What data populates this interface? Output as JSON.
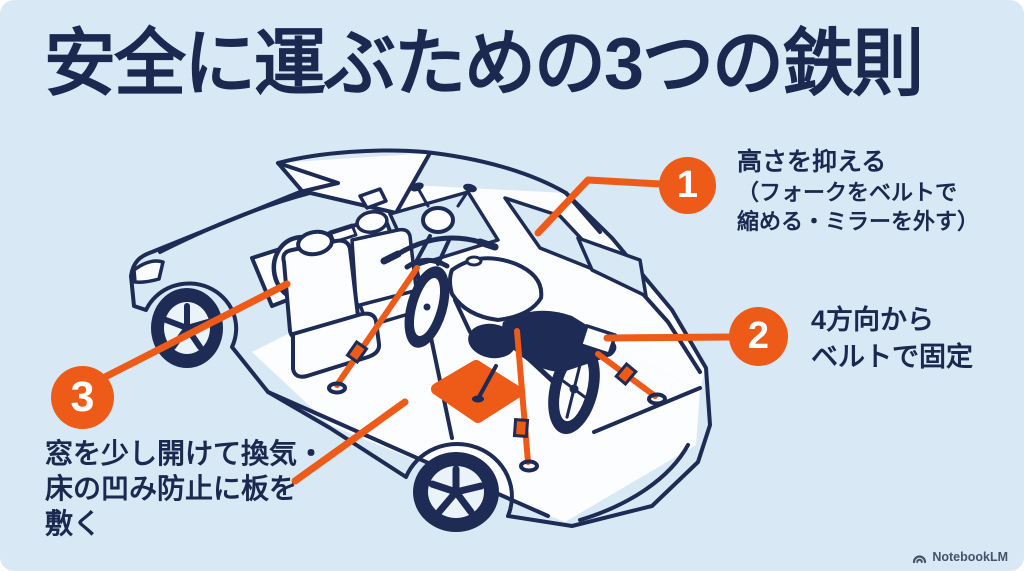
{
  "title": "安全に運ぶための3つの鉄則",
  "callouts": [
    {
      "number": "1",
      "lines": [
        "高さを抑える",
        "（フォークをベルトで",
        "縮める・ミラーを外す）"
      ]
    },
    {
      "number": "2",
      "lines": [
        "4方向から",
        "ベルトで固定"
      ]
    },
    {
      "number": "3",
      "lines": [
        "窓を少し開けて換気・",
        "床の凹み防止に板を",
        "敷く"
      ]
    }
  ],
  "watermark": {
    "brand": "NotebookLM"
  },
  "colors": {
    "background": "#D8E8F4",
    "ink_navy": "#1D2B55",
    "accent_orange": "#EE5A17",
    "interior_white": "#FBFDFF"
  },
  "illustration": {
    "elements": [
      "car-cutaway",
      "motorcycle",
      "tie-down-strap-front",
      "tie-down-strap-center",
      "tie-down-strap-rear",
      "floor-board",
      "anchor-point-front",
      "anchor-point-center",
      "anchor-point-rear",
      "leader-line-1",
      "leader-line-2",
      "leader-line-3-window",
      "leader-line-3-board"
    ]
  }
}
